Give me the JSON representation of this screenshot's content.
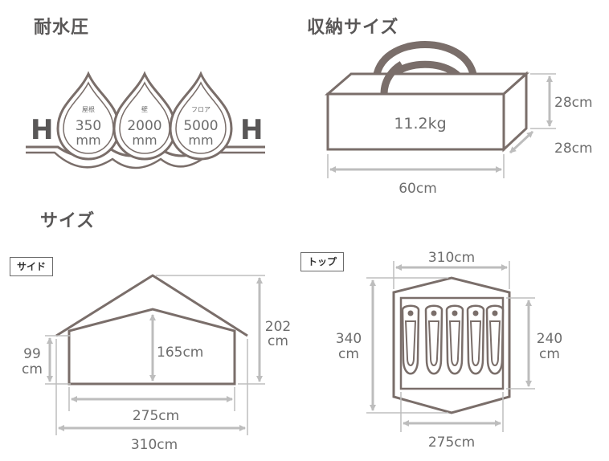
{
  "sections": {
    "water_pressure_title": "耐水圧",
    "storage_size_title": "収納サイズ",
    "size_title": "サイズ"
  },
  "water_pressure": {
    "left_letter": "H",
    "right_letter": "H",
    "drops": [
      {
        "part": "屋根",
        "value": "350",
        "unit": "mm"
      },
      {
        "part": "壁",
        "value": "2000",
        "unit": "mm"
      },
      {
        "part": "フロア",
        "value": "5000",
        "unit": "mm"
      }
    ]
  },
  "storage": {
    "weight": "11.2kg",
    "height": "28cm",
    "depth": "28cm",
    "length": "60cm"
  },
  "side_view": {
    "tag": "サイド",
    "wall_height": "99",
    "wall_height_unit": "cm",
    "inner_height": "165cm",
    "total_height": "202",
    "total_height_unit": "cm",
    "inner_width": "275cm",
    "outer_width": "310cm"
  },
  "top_view": {
    "tag": "トップ",
    "outer_width": "310cm",
    "outer_depth": "340",
    "outer_depth_unit": "cm",
    "inner_depth": "240",
    "inner_depth_unit": "cm",
    "inner_width": "275cm",
    "sleeping_bag_count": 5
  },
  "colors": {
    "outline": "#7a6e6a",
    "dimension": "#bdbdbd",
    "text": "#595757"
  }
}
